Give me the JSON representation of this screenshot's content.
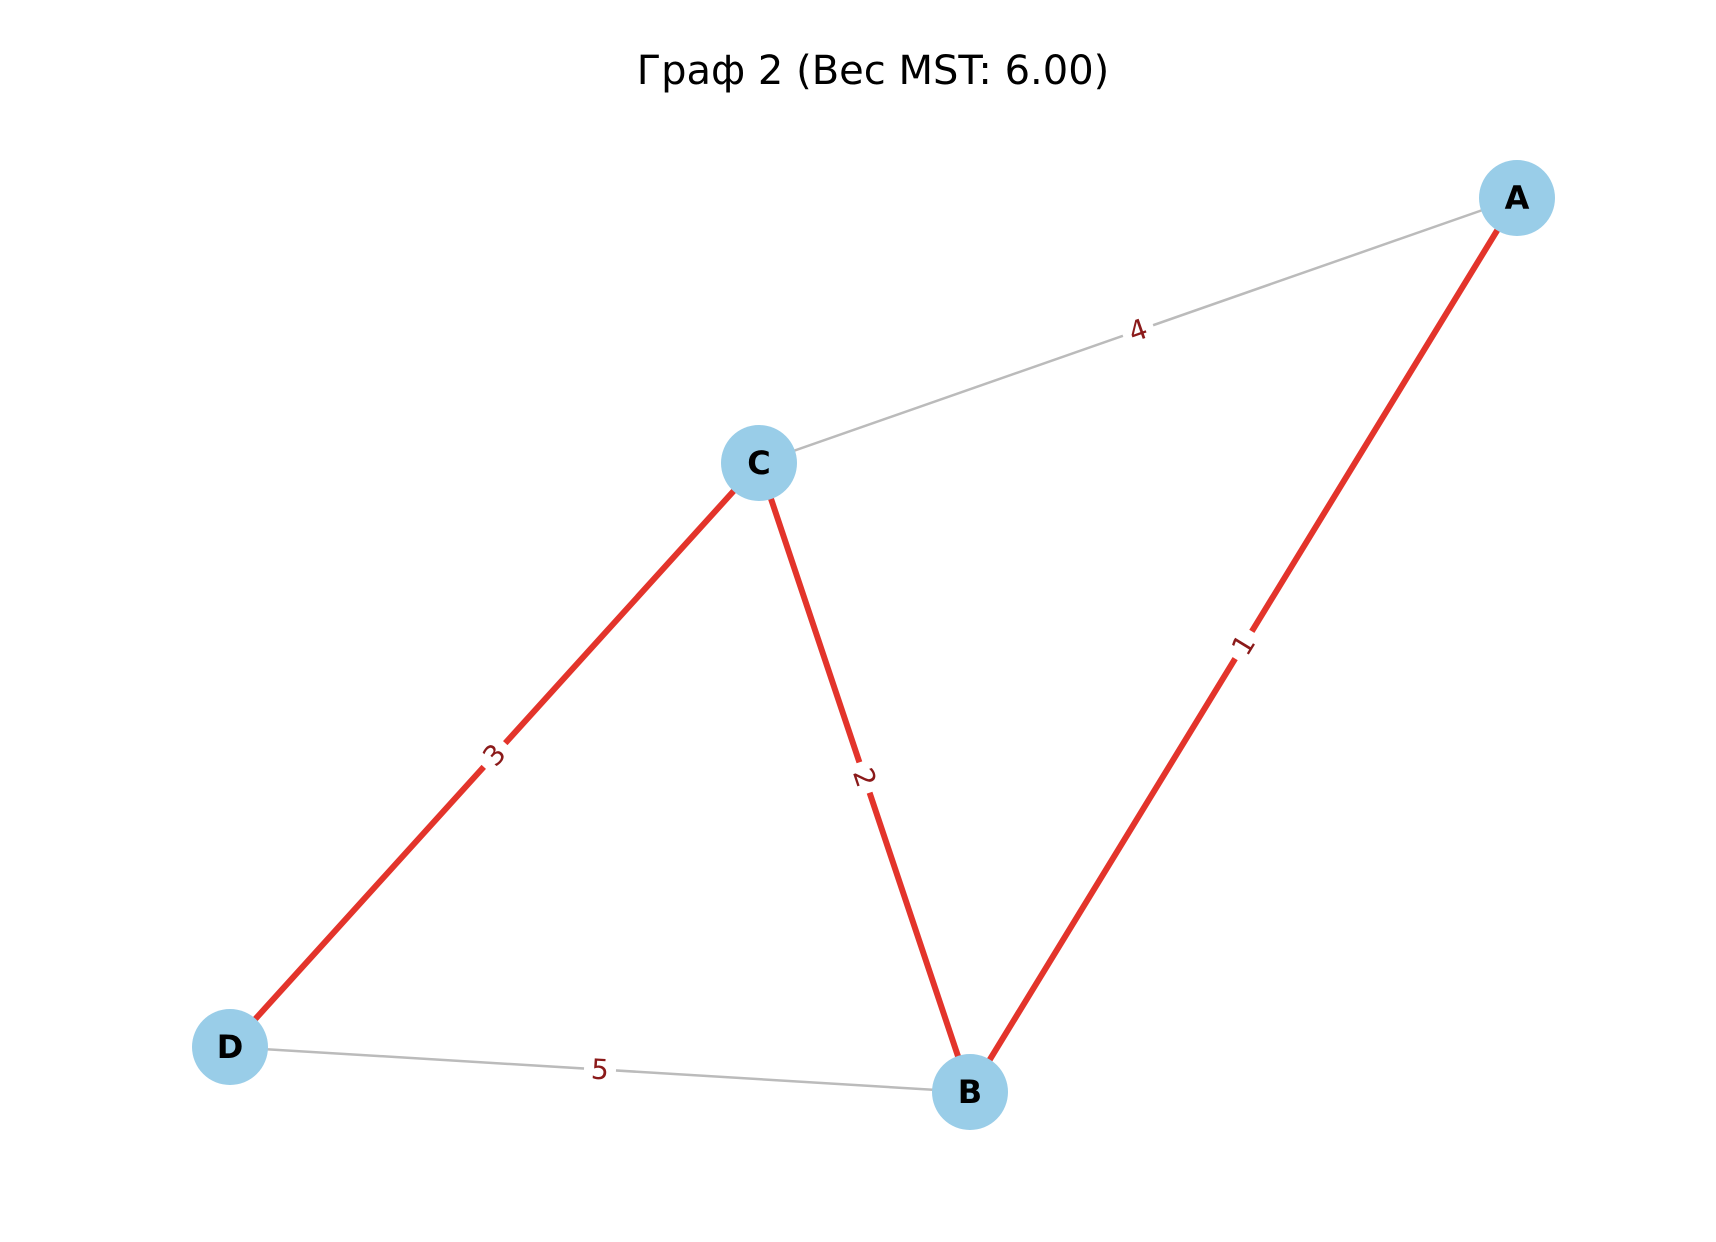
{
  "title": "Граф 2 (Вес MST: 6.00)",
  "colors": {
    "node_fill": "#99cde8",
    "mst_edge": "#e3342b",
    "other_edge": "#bbbbbb",
    "edge_label": "#8b1a1a",
    "label_bg": "#ffffff"
  },
  "nodes": [
    {
      "id": "A",
      "label": "A"
    },
    {
      "id": "B",
      "label": "B"
    },
    {
      "id": "C",
      "label": "C"
    },
    {
      "id": "D",
      "label": "D"
    }
  ],
  "edges": [
    {
      "from": "A",
      "to": "C",
      "weight": "4",
      "in_mst": false
    },
    {
      "from": "A",
      "to": "B",
      "weight": "1",
      "in_mst": true
    },
    {
      "from": "C",
      "to": "B",
      "weight": "2",
      "in_mst": true
    },
    {
      "from": "C",
      "to": "D",
      "weight": "3",
      "in_mst": true
    },
    {
      "from": "D",
      "to": "B",
      "weight": "5",
      "in_mst": false
    }
  ]
}
